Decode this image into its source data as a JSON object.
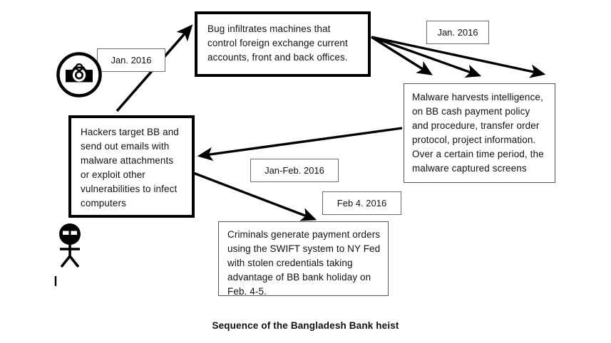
{
  "diagram": {
    "caption": "Sequence of the Bangladesh Bank heist",
    "nodes": {
      "hackers": {
        "id": "hackers-node",
        "text": "Hackers target BB and send out emails with malware attachments or exploit other vulnerabilities to infect computers"
      },
      "bug": {
        "id": "bug-node",
        "text": "Bug infiltrates machines that control foreign exchange current accounts, front and back offices."
      },
      "malware": {
        "id": "malware-node",
        "text": "Malware harvests intelligence, on BB cash payment policy and procedure, transfer order protocol, project information. Over a certain time period, the malware captured screens"
      },
      "criminals": {
        "id": "criminals-node",
        "text": "Criminals generate payment orders using the SWIFT system to NY Fed with stolen credentials taking advantage of BB bank holiday on Feb. 4-5."
      }
    },
    "labels": {
      "jan_left": "Jan. 2016",
      "jan_right": "Jan. 2016",
      "jan_feb": "Jan-Feb. 2016",
      "feb_4": "Feb 4. 2016"
    },
    "icons": {
      "camera": "camera-icon",
      "hacker": "masked-hacker-stick-figure-icon"
    },
    "colors": {
      "stroke": "#000000",
      "thin_stroke": "#6a6a6a",
      "text": "#111111",
      "background": "#ffffff"
    },
    "edges": [
      {
        "name": "hackers-to-bug",
        "from": "hackers",
        "to": "bug",
        "label": "Jan. 2016"
      },
      {
        "name": "bug-to-right-1",
        "from": "bug",
        "to": "malware",
        "label": "Jan. 2016"
      },
      {
        "name": "bug-to-right-2",
        "from": "bug",
        "to": "malware",
        "label": "Jan. 2016"
      },
      {
        "name": "bug-to-right-3",
        "from": "bug",
        "to": "malware",
        "label": "Jan. 2016"
      },
      {
        "name": "malware-to-hackers",
        "from": "malware",
        "to": "hackers",
        "label": "Jan-Feb. 2016"
      },
      {
        "name": "hackers-to-criminals",
        "from": "hackers",
        "to": "criminals",
        "label": "Feb 4. 2016"
      }
    ]
  }
}
